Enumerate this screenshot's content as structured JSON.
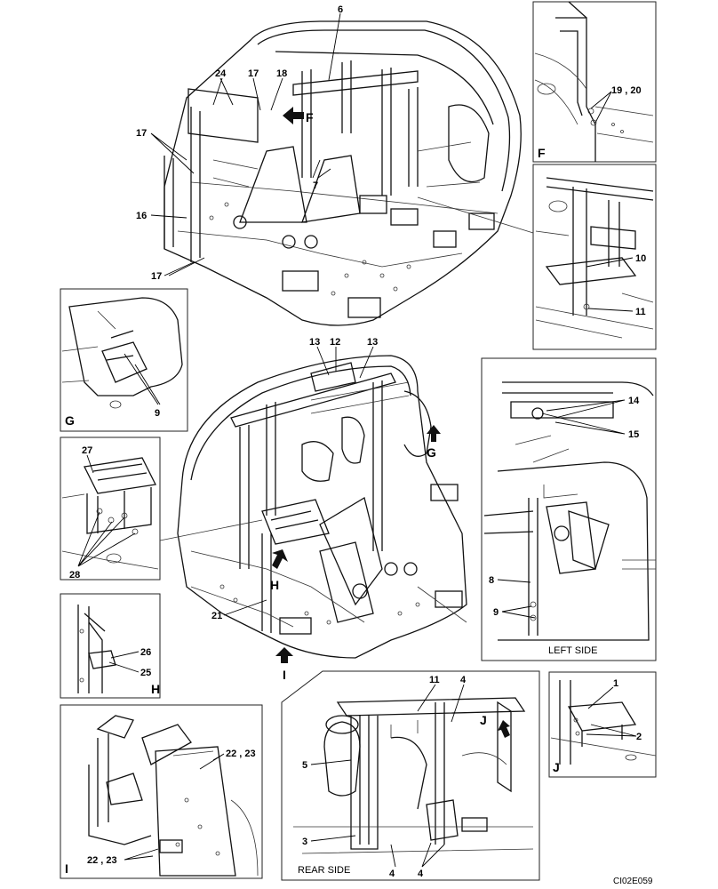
{
  "callouts": {
    "c6": "6",
    "c24": "24",
    "c17a": "17",
    "c18": "18",
    "c17b": "17",
    "c16": "16",
    "c7": "7",
    "c17c": "17",
    "c1920": "19 , 20",
    "c10": "10",
    "c11a": "11",
    "c9a": "9",
    "c13a": "13",
    "c12": "12",
    "c13b": "13",
    "c14": "14",
    "c15": "15",
    "c27": "27",
    "c28": "28",
    "c8": "8",
    "c9b": "9",
    "c21": "21",
    "c26": "26",
    "c25": "25",
    "c2223a": "22 , 23",
    "c2223b": "22 , 23",
    "c11b": "11",
    "c4a": "4",
    "c5": "5",
    "c3": "3",
    "c4b": "4",
    "c4c": "4",
    "c1": "1",
    "c2": "2"
  },
  "view_letters": {
    "F_arrow": "F",
    "F_view": "F",
    "G_view": "G",
    "G_arrow": "G",
    "H_arrow": "H",
    "H_view": "H",
    "I_arrow": "I",
    "I_view": "I",
    "J_arrow": "J",
    "J_view": "J"
  },
  "captions": {
    "left_side": "LEFT SIDE",
    "rear_side": "REAR SIDE"
  },
  "drawing_id": "CI02E059"
}
